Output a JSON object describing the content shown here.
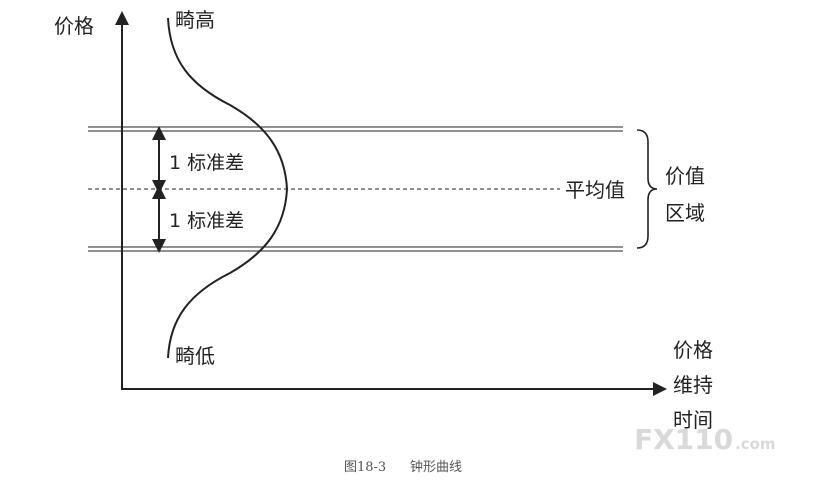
{
  "labels": {
    "y_axis": "价格",
    "x_axis_lines": [
      "价格",
      "维持",
      "时间"
    ],
    "top": "畸高",
    "bottom": "畸低",
    "std_upper": "1 标准差",
    "std_lower": "1 标准差",
    "mean": "平均值",
    "value_zone_lines": [
      "价值",
      "区域"
    ]
  },
  "caption": {
    "fig": "图18-3",
    "title": "钟形曲线"
  },
  "watermark": {
    "main": "FX110",
    "suffix": ".com"
  },
  "colors": {
    "line": "#222222",
    "caption": "#555555",
    "watermark": "#d9d9d9"
  }
}
